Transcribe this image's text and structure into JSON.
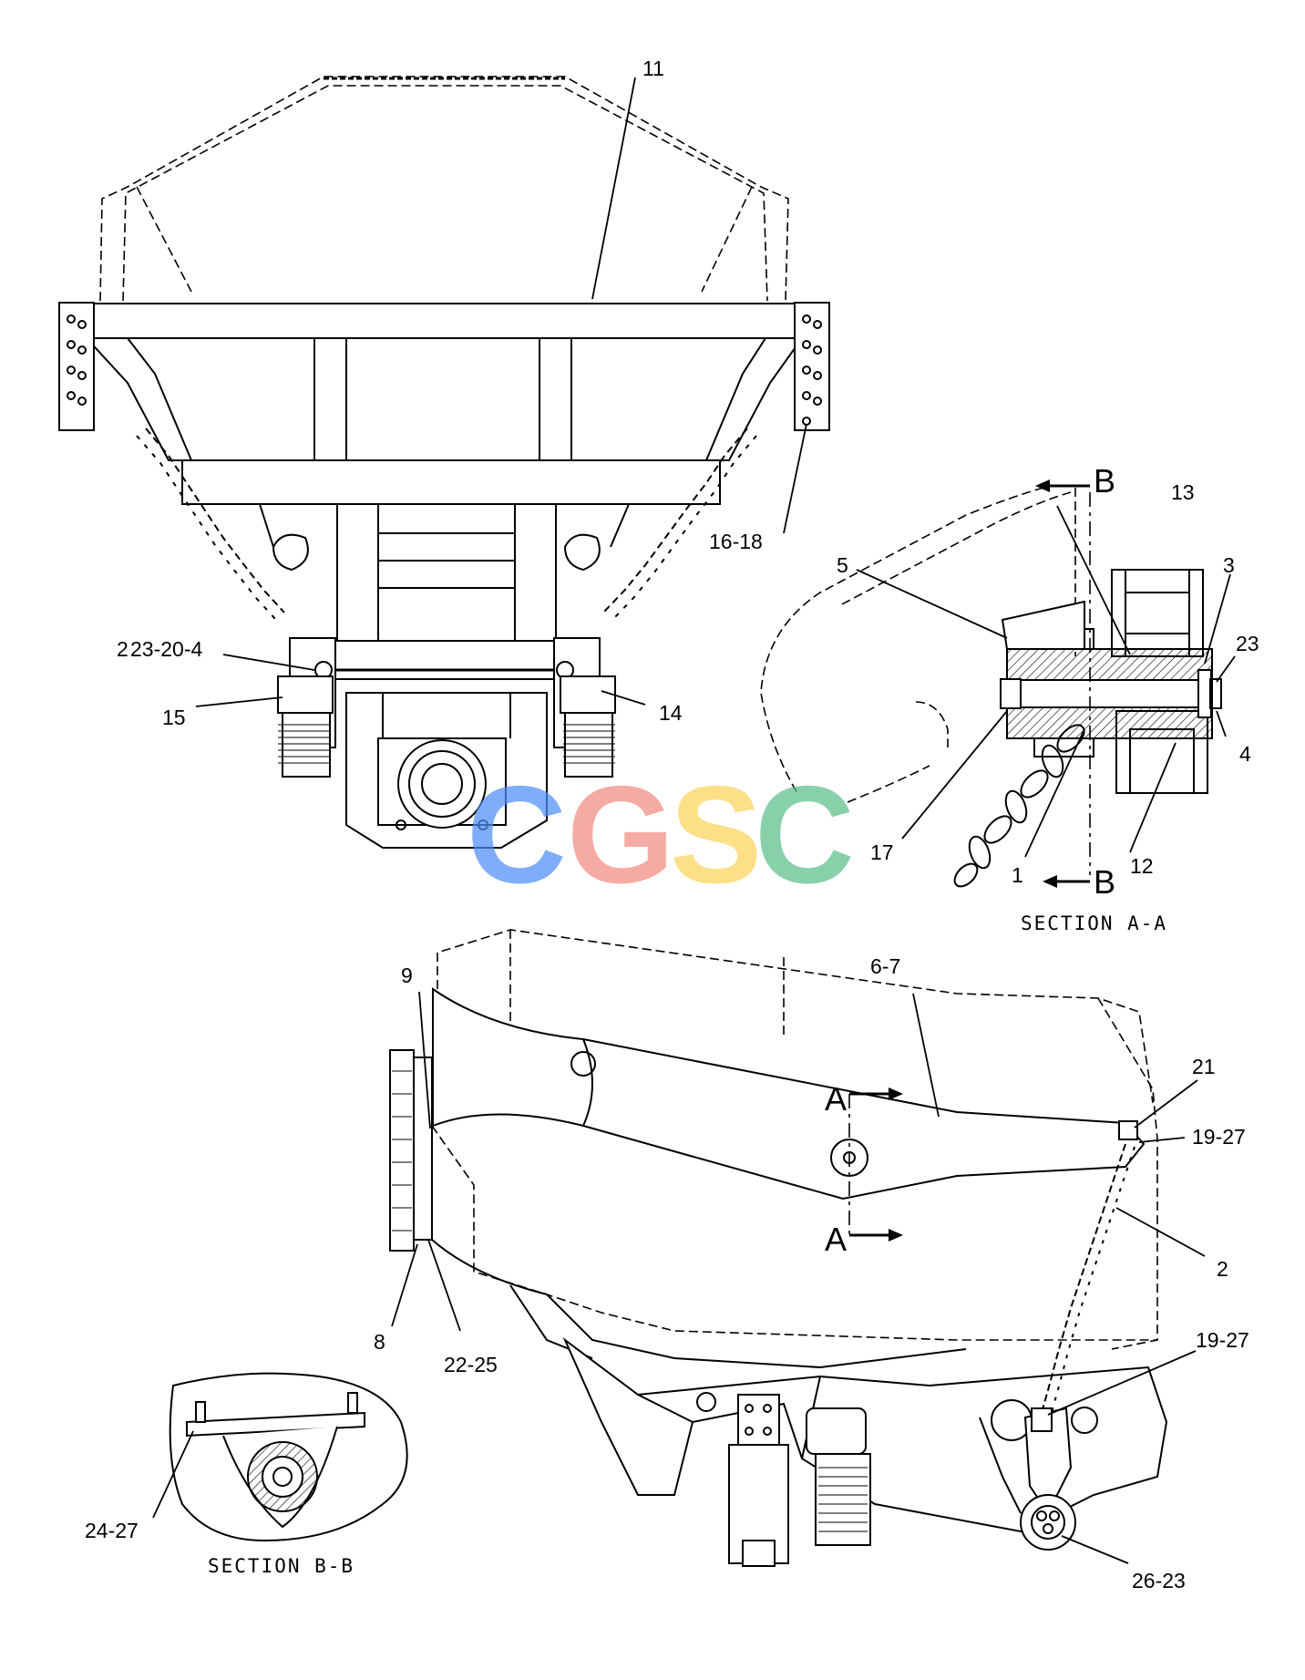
{
  "watermark": {
    "text": "CGSC",
    "colors": [
      "#4f8ef7",
      "#f28b82",
      "#fbd35a",
      "#5bbf8a"
    ]
  },
  "callouts": {
    "c11": "11",
    "c16_18": "16-18",
    "c23_20_4": "23-20-4",
    "c23_20_4_prefix": "2",
    "c15": "15",
    "c14": "14",
    "c13": "13",
    "c5": "5",
    "c3": "3",
    "c23": "23",
    "c4": "4",
    "c17": "17",
    "c1": "1",
    "c12": "12",
    "c9": "9",
    "c6_7": "6-7",
    "c21": "21",
    "c19_27_a": "19-27",
    "c2": "2",
    "c8": "8",
    "c22_25": "22-25",
    "c19_27_b": "19-27",
    "c24_27": "24-27",
    "c26_23": "26-23"
  },
  "section_marks": {
    "b_top": "B",
    "b_bottom": "B",
    "a_top": "A",
    "a_bottom": "A"
  },
  "captions": {
    "section_aa": "SECTION A-A",
    "section_bb": "SECTION B-B"
  }
}
